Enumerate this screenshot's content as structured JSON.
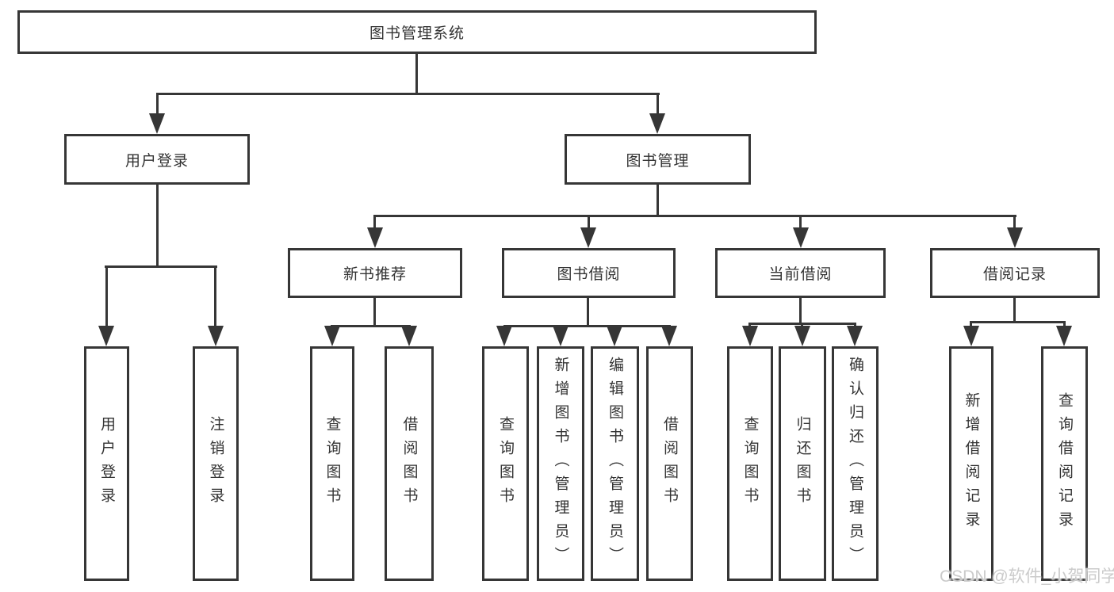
{
  "diagram": {
    "root": "图书管理系统",
    "level2": [
      "用户登录",
      "图书管理"
    ],
    "level3": [
      "新书推荐",
      "图书借阅",
      "当前借阅",
      "借阅记录"
    ],
    "leaves_user_login": [
      "用户登录",
      "注销登录"
    ],
    "leaves_new_book": [
      "查询图书",
      "借阅图书"
    ],
    "leaves_book_borrow": [
      "查询图书",
      "新增图书（管理员）",
      "编辑图书（管理员）",
      "借阅图书"
    ],
    "leaves_current_borrow": [
      "查询图书",
      "归还图书",
      "确认归还（管理员）"
    ],
    "leaves_borrow_records": [
      "新增借阅记录",
      "查询借阅记录"
    ]
  },
  "watermark": {
    "text": "CSDN @软件_小贺同学"
  },
  "colors": {
    "line": "#363636",
    "text": "#333333",
    "background": "#ffffff",
    "watermark_text": "#cbcbcb"
  }
}
